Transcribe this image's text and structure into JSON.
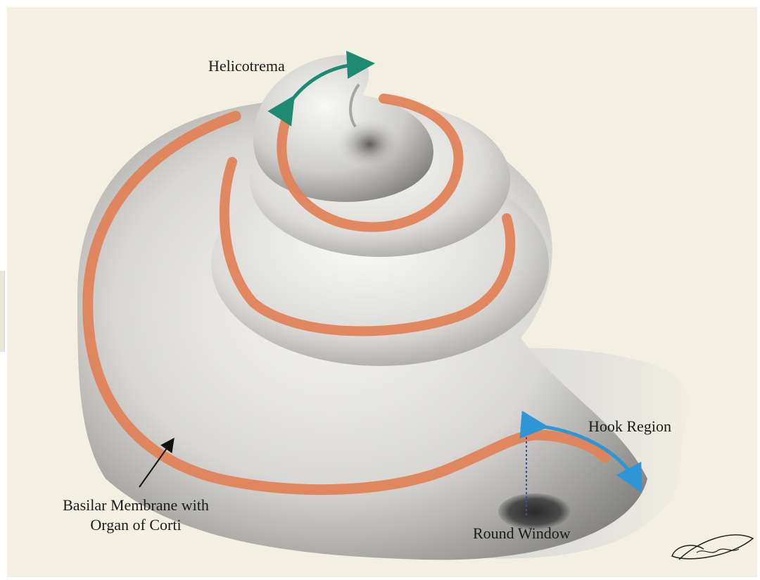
{
  "figure": {
    "labels": {
      "helicotrema": "Helicotrema",
      "hook_region": "Hook Region",
      "basilar_line1": "Basilar Membrane with",
      "basilar_line2": "Organ of Corti",
      "round_window": "Round Window"
    },
    "signature_text": "Alyssa",
    "colors": {
      "background": "#f3efe2",
      "organ_of_corti_stripe": "#e0835a",
      "helicotrema_arrow": "#1f8a72",
      "hook_arrow": "#2e95d6",
      "dotted_marker": "#3a4fa0"
    }
  }
}
